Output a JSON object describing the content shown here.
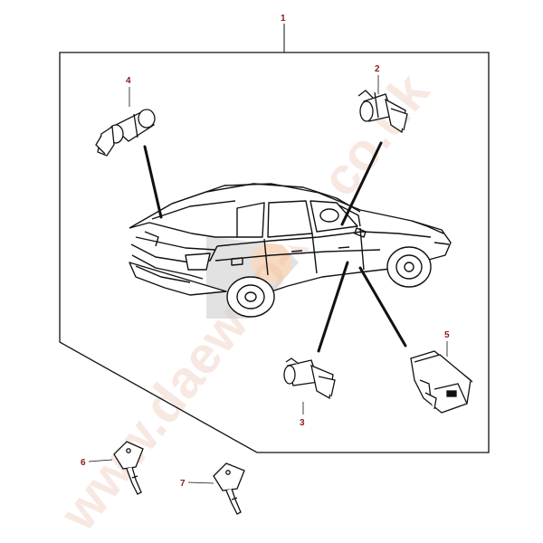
{
  "callouts": [
    {
      "id": "1",
      "text": "1"
    },
    {
      "id": "2",
      "text": "2"
    },
    {
      "id": "3",
      "text": "3"
    },
    {
      "id": "4",
      "text": "4"
    },
    {
      "id": "5",
      "text": "5"
    },
    {
      "id": "6",
      "text": "6"
    },
    {
      "id": "7",
      "text": "7"
    }
  ],
  "watermark": {
    "text": "www.daewoo-uk.co.uk"
  },
  "colors": {
    "callout": "#8b1a1a",
    "ink": "#111111",
    "watermark": "#f3d6cc",
    "logo_gray": "#cfcfcf",
    "logo_orange": "#f1c29a"
  }
}
